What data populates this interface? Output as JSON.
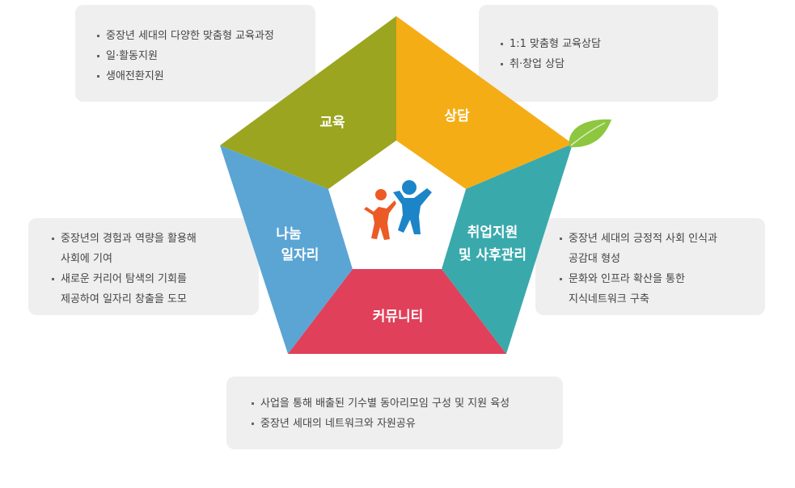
{
  "segments": {
    "education": {
      "label": "교육",
      "color": "#9ba51f"
    },
    "counseling": {
      "label": "상담",
      "color": "#f5ad16"
    },
    "employment": {
      "label_line1": "취업지원",
      "label_line2": "및 사후관리",
      "color": "#3aa9ac"
    },
    "community": {
      "label": "커뮤니티",
      "color": "#e0405a"
    },
    "sharing": {
      "label_line1": "나눔",
      "label_line2": "일자리",
      "color": "#5aa5d4"
    }
  },
  "center": {
    "figure_colors": {
      "small": "#ec5b25",
      "large": "#1c85c8"
    }
  },
  "boxes": {
    "education": {
      "items": [
        "중장년 세대의 다양한 맞춤형 교육과정",
        "일·활동지원",
        "생애전환지원"
      ]
    },
    "counseling": {
      "items": [
        "1:1 맞춤형 교육상담",
        "취·창업 상담"
      ]
    },
    "sharing": {
      "items": [
        "중장년의 경험과 역량을 활용해",
        "사회에 기여",
        "새로운 커리어 탐색의 기회를",
        "제공하여 일자리 창출을 도모"
      ]
    },
    "employment": {
      "items": [
        "중장년 세대의 긍정적 사회 인식과",
        "공감대 형성",
        "문화와 인프라 확산을 통한",
        "지식네트워크 구축"
      ]
    },
    "community": {
      "items": [
        "사업을 통해 배출된 기수별 동아리모임 구성 및 지원 육성",
        "중장년 세대의 네트워크와 자원공유"
      ]
    }
  },
  "leaf": {
    "color": "#8dc63f"
  }
}
